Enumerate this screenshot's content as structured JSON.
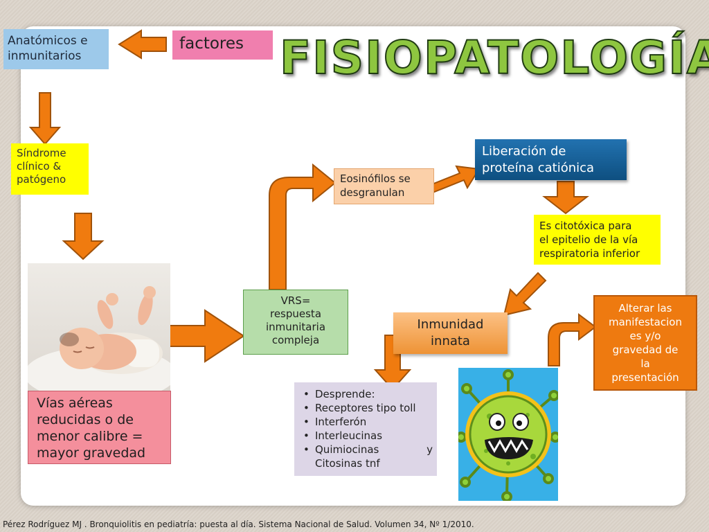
{
  "title": "FISIOPATOLOGÍA",
  "boxes": {
    "anatomicos": [
      "Anatómicos e",
      "inmunitarios"
    ],
    "factores": "factores",
    "sindrome": [
      "Síndrome",
      "clínico &",
      "patógeno"
    ],
    "eosinofilos": [
      "Eosinófilos se",
      "desgranulan"
    ],
    "liberacion": [
      "Liberación de",
      "proteína catiónica"
    ],
    "citotoxica": [
      "Es citotóxica para",
      "el epitelio de la vía",
      "respiratoria inferior"
    ],
    "vrs": [
      "VRS=",
      "respuesta",
      "inmunitaria",
      "compleja"
    ],
    "inmunidad": [
      "Inmunidad",
      "innata"
    ],
    "alterar": [
      "Alterar las",
      "manifestacion",
      "es y/o",
      "gravedad de",
      "la",
      "presentación"
    ],
    "vias": [
      "Vías aéreas",
      "reducidas o de",
      "menor calibre =",
      "mayor gravedad"
    ]
  },
  "list": {
    "items": [
      "Desprende:",
      "Receptores tipo toll",
      "Interferón",
      "Interleucinas"
    ],
    "last_a": "Quimiocinas",
    "last_b": "y",
    "last_c": "Citosinas  tnf"
  },
  "footer": "Pérez Rodríguez MJ .  Bronquiolitis en pediatría: puesta al día. Sistema Nacional de Salud. Volumen 34, Nº 1/2010.",
  "colors": {
    "arrow": "#f07b0f",
    "arrow_border": "#a0520a",
    "title": "#8ec640"
  }
}
